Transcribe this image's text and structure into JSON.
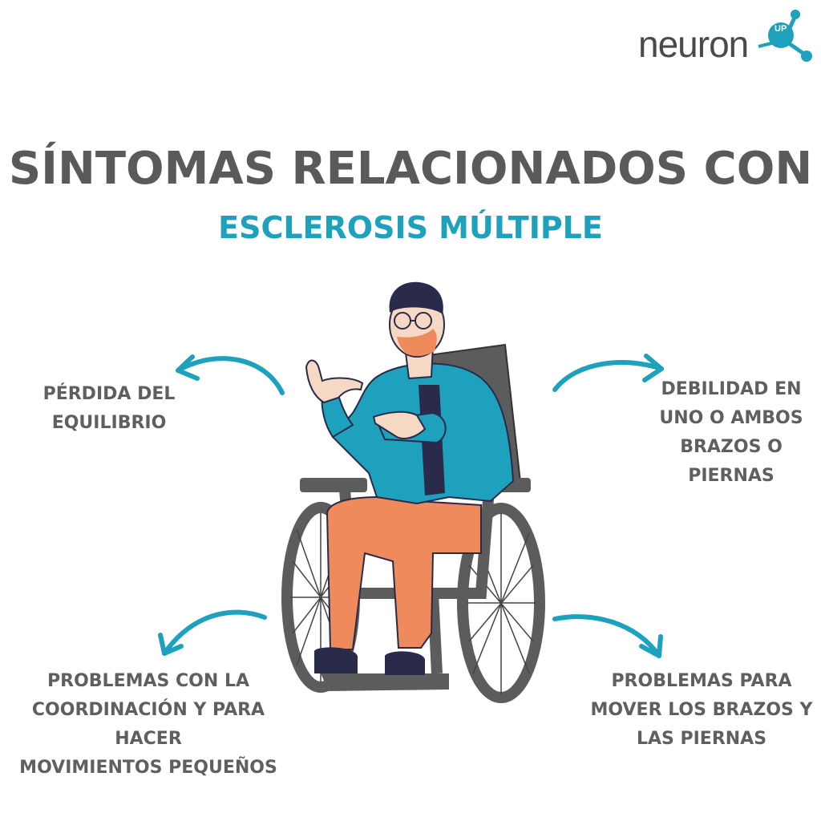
{
  "logo": {
    "word": "neuron",
    "badge": "UP"
  },
  "title": "SÍNTOMAS RELACIONADOS CON",
  "subtitle": "ESCLEROSIS MÚLTIPLE",
  "symptoms": [
    {
      "lines": [
        "PÉRDIDA DEL",
        "EQUILIBRIO"
      ]
    },
    {
      "lines": [
        "DEBILIDAD EN",
        "UNO O AMBOS",
        "BRAZOS O",
        "PIERNAS"
      ]
    },
    {
      "lines": [
        "PROBLEMAS CON LA",
        "COORDINACIÓN Y PARA HACER",
        "MOVIMIENTOS PEQUEÑOS"
      ]
    },
    {
      "lines": [
        "PROBLEMAS PARA",
        "MOVER LOS BRAZOS Y",
        "LAS PIERNAS"
      ]
    }
  ],
  "colors": {
    "accent": "#1da1bd",
    "text_gray": "#5a5a5a",
    "shirt": "#1da1bd",
    "pants": "#ee8a5c",
    "wheelchair": "#5c5c5c"
  }
}
